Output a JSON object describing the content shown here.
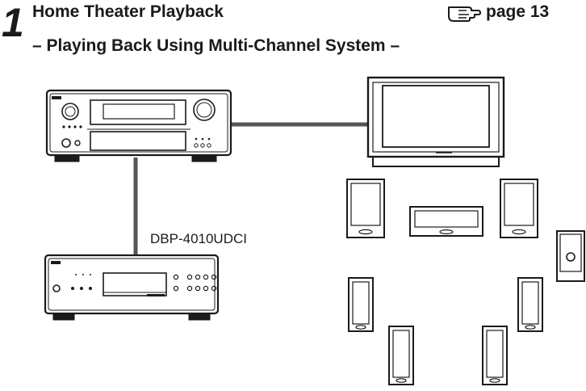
{
  "header": {
    "step_number": "1",
    "title": "Home Theater Playback",
    "subtitle": "– Playing Back Using Multi-Channel System –",
    "page_reference": "page 13",
    "page_reference_icon": "pointing-hand-icon"
  },
  "diagram": {
    "player_label": "DBP-4010UDCI",
    "components": [
      "av-receiver",
      "television",
      "blu-ray-player",
      "speaker-set"
    ]
  }
}
